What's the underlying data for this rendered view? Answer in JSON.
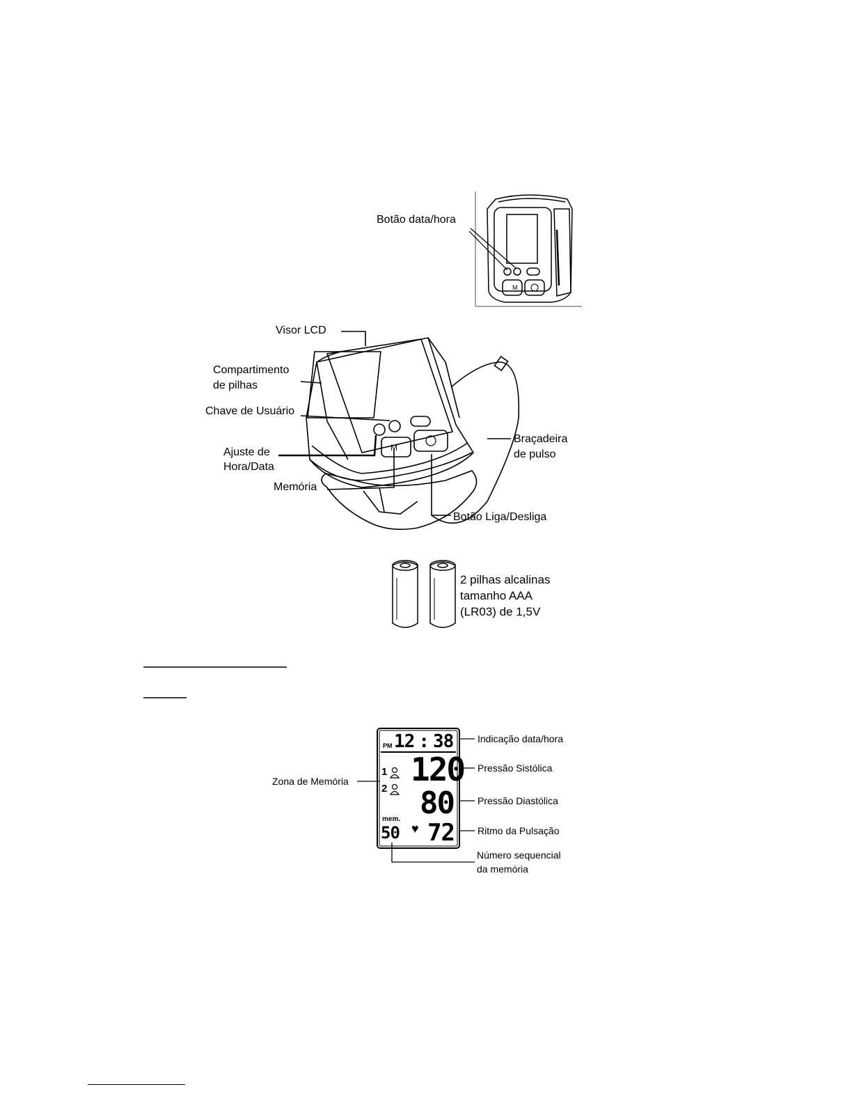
{
  "device_labels": {
    "date_time_button": "Botão data/hora",
    "lcd_display": "Visor LCD",
    "battery_compartment_line1": "Compartimento",
    "battery_compartment_line2": "de pilhas",
    "user_switch": "Chave de Usuário",
    "time_date_adjust_line1": "Ajuste de",
    "time_date_adjust_line2": "Hora/Data",
    "memory": "Memória",
    "wrist_cuff_line1": "Braçadeira",
    "wrist_cuff_line2": "de pulso",
    "power_button": "Botão Liga/Desliga",
    "memory_button_glyph": "M",
    "power_button_glyph": "⏻"
  },
  "battery": {
    "line1": "2 pilhas alcalinas",
    "line2": "tamanho AAA",
    "line3": "(LR03) de 1,5V"
  },
  "lcd": {
    "pm": "PM",
    "time_hours": "12",
    "time_minutes": "38",
    "systolic": "120",
    "diastolic": "80",
    "pulse": "72",
    "user1": "1",
    "user2": "2",
    "mem_label": "mem.",
    "mem_number": "50",
    "heart": "♥"
  },
  "lcd_labels": {
    "date_time_indication": "Indicação data/hora",
    "systolic_pressure": "Pressão Sistólica",
    "diastolic_pressure": "Pressão Diastólica",
    "pulse_rate": "Ritmo da Pulsação",
    "memory_zone": "Zona de Memória",
    "memory_seq_line1": "Número sequencial",
    "memory_seq_line2": "da memória"
  }
}
